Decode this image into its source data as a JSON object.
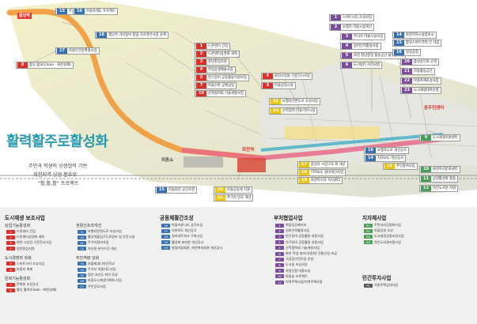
{
  "colors": {
    "num_blue": "#3a6fb0",
    "num_red": "#d9302c",
    "num_yellow": "#e9c41b",
    "num_purple": "#7b4e9b",
    "num_green": "#4f9b5a",
    "num_gray": "#555555"
  },
  "map": {
    "title_block": {
      "slogan": "활력활주로활성화",
      "line1": "주민과 학생의 상생협력 기반",
      "line2": "회천지역 상생 활주로",
      "line3": "\"활,활,활\" 프로젝트"
    },
    "place_labels": {
      "station1": "활당역",
      "station2": "화천역",
      "center": "동주민센터",
      "loc_e": "외혼소"
    },
    "callouts_left": [
      {
        "num": "15",
        "text": "주거지 마을지도사업",
        "c": "blue"
      },
      {
        "num": "16",
        "text": "마을유래도 프로젝트",
        "c": "blue"
      },
      {
        "num": "18",
        "text": "행당역 거리정비 창업 가로경관사업 설계",
        "c": "blue"
      },
      {
        "num": "17",
        "text": "마을안전망확충사업",
        "c": "blue"
      },
      {
        "num": "8",
        "text": "활당 활로(Clean - 화천실제)",
        "c": "red"
      }
    ],
    "callouts_mid": [
      {
        "num": "1",
        "text": "드론센터 건립",
        "c": "red"
      },
      {
        "num": "2",
        "text": "드론센터상권화 개최",
        "c": "red"
      },
      {
        "num": "3",
        "text": "청년창업지원",
        "c": "red"
      },
      {
        "num": "4",
        "text": "학업상생예술사업",
        "c": "red"
      },
      {
        "num": "5",
        "text": "연구장비 공동활용지원사업",
        "c": "red"
      },
      {
        "num": "7",
        "text": "마을간판 공예상업",
        "c": "red"
      },
      {
        "num": "10",
        "text": "산학협력회 기술개발사업",
        "c": "red"
      }
    ],
    "callouts_center": [
      {
        "num": "6",
        "text": "화천사업실 기증전시사업",
        "c": "red"
      },
      {
        "num": "9",
        "text": "마을상업시설",
        "c": "red"
      },
      {
        "num": "12",
        "text": "보행자전면도로 조성사업",
        "c": "yellow"
      },
      {
        "num": "13",
        "text": "산학협력 마을기반시설",
        "c": "yellow"
      }
    ],
    "callouts_right_top": [
      {
        "num": "1",
        "text": "스마트시티 조성사업",
        "c": "purple"
      },
      {
        "num": "2",
        "text": "보행자 마을시설개선",
        "c": "purple"
      },
      {
        "num": "3",
        "text": "주거지 마을시설사업",
        "c": "purple"
      },
      {
        "num": "4",
        "text": "실버인력활용사업",
        "c": "purple"
      },
      {
        "num": "5",
        "text": "화천 청년창업 활용공간 플랫폼사업",
        "c": "purple"
      },
      {
        "num": "6",
        "text": "도시빛이 거리사업",
        "c": "purple"
      }
    ],
    "callouts_far_right": [
      {
        "num": "14",
        "text": "화천역하시설정보시",
        "c": "blue"
      },
      {
        "num": "15",
        "text": "활당스마트역적 인 사업",
        "c": "blue"
      },
      {
        "num": "16",
        "text": "일일상점",
        "c": "blue"
      },
      {
        "num": "20",
        "text": "활성상인회 운영",
        "c": "purple"
      },
      {
        "num": "21",
        "text": "마을활동공간",
        "c": "purple"
      },
      {
        "num": "22",
        "text": "마을축제조성사업",
        "c": "purple"
      },
      {
        "num": "23",
        "text": "도시재생대학운영",
        "c": "purple"
      }
    ],
    "callouts_bottom": [
      {
        "num": "17",
        "text": "중앙로 시장구조 화 개선",
        "c": "yellow"
      },
      {
        "num": "18",
        "text": "지하보도 정비개선사업",
        "c": "yellow"
      },
      {
        "num": "19",
        "text": "화천복지과 복지센터",
        "c": "yellow"
      },
      {
        "num": "20",
        "text": "마을공동체 지원",
        "c": "yellow"
      },
      {
        "num": "21",
        "text": "주거지 인조 개선",
        "c": "yellow"
      },
      {
        "num": "16",
        "text": "보행자도로 개선공사",
        "c": "blue"
      },
      {
        "num": "14",
        "text": "지하보도 개선공사",
        "c": "blue"
      },
      {
        "num": "15",
        "text": "마을회관 공간조성",
        "c": "blue"
      },
      {
        "num": "11",
        "text": "주민참여사업",
        "c": "yellow"
      },
      {
        "num": "9",
        "text": "도시재생지원센터",
        "c": "green"
      },
      {
        "num": "10",
        "text": "화천복지문화센터",
        "c": "green"
      },
      {
        "num": "11",
        "text": "공원활성화 활용",
        "c": "green"
      },
      {
        "num": "12",
        "text": "작은도서관 지원",
        "c": "green"
      }
    ]
  },
  "legend": {
    "sections": [
      {
        "title": "도시재생 보조사업",
        "groups": [
          {
            "name": "상업기능활성화",
            "items": [
              {
                "num": "1",
                "c": "red",
                "text": "드론센터 건립"
              },
              {
                "num": "2",
                "c": "red",
                "text": "드론센터상권화 개최"
              },
              {
                "num": "3",
                "c": "red",
                "text": "화천 시상업 기증전시사업"
              },
              {
                "num": "4",
                "c": "red",
                "text": "청년창업지원"
              }
            ]
          },
          {
            "name": "도시경쟁력 회복",
            "items": [
              {
                "num": "5",
                "c": "red",
                "text": "스마트시티 조성사업"
              },
              {
                "num": "6",
                "c": "red",
                "text": "마을의 축제"
              }
            ]
          },
          {
            "name": "문화기능활성화",
            "items": [
              {
                "num": "7",
                "c": "red",
                "text": "문화창 조성공사"
              },
              {
                "num": "8",
                "c": "red",
                "text": "활당 활로(Clean - 화천실제)"
              }
            ]
          }
        ]
      },
      {
        "title": "",
        "groups": [
          {
            "name": "생활인프라개선",
            "items": [
              {
                "num": "9",
                "c": "blue",
                "text": "보행자전면도로 조성사업"
              },
              {
                "num": "10",
                "c": "blue",
                "text": "활당역출입구도로정비 및 안전시설"
              },
              {
                "num": "11",
                "c": "blue",
                "text": "주거지정비사업"
              },
              {
                "num": "12",
                "c": "blue",
                "text": "자유생 본이수진 개선"
              }
            ]
          },
          {
            "name": "주민역량 강화",
            "items": [
              {
                "num": "13",
                "c": "blue",
                "text": "마을재생디자인학교"
              },
              {
                "num": "14",
                "c": "blue",
                "text": "주거지 마을지도사업"
              },
              {
                "num": "15",
                "c": "blue",
                "text": "청년 자산도 취미 육성"
              },
              {
                "num": "16",
                "c": "blue",
                "text": "마을도시재생기록화 사업"
              },
              {
                "num": "17",
                "c": "blue",
                "text": "주민공모사업"
              }
            ]
          }
        ]
      },
      {
        "title": "공동체활간조성",
        "groups": [
          {
            "name": "",
            "items": [
              {
                "num": "16",
                "c": "blue",
                "text": "마을커뮤니티 공간조성"
              },
              {
                "num": "17",
                "c": "blue",
                "text": "지하보도 개선공사"
              },
              {
                "num": "18",
                "c": "blue",
                "text": "정보네트워크 구축사업"
              },
              {
                "num": "19",
                "c": "blue",
                "text": "활성화 표지판 개선공사"
              },
              {
                "num": "20",
                "c": "blue",
                "text": "발달마을회관, 화천복지회관 개선공사"
              }
            ]
          }
        ]
      },
      {
        "title": "부처협업사업",
        "groups": [
          {
            "name": "",
            "items": [
              {
                "num": "1",
                "c": "purple",
                "text": "취업성공패키지"
              },
              {
                "num": "2",
                "c": "purple",
                "text": "실버인력활용사업"
              },
              {
                "num": "3",
                "c": "purple",
                "text": "연구장비 공동활용 지원사업"
              },
              {
                "num": "4",
                "c": "purple",
                "text": "연구장비 공동활용 지원사업"
              },
              {
                "num": "5",
                "c": "purple",
                "text": "산학협력회 기술개발사업"
              },
              {
                "num": "6",
                "c": "purple",
                "text": "화천 학업 제조(자동화) 전통산업 보급"
              },
              {
                "num": "7",
                "c": "purple",
                "text": "국공립어린이집 운영"
              },
              {
                "num": "8",
                "c": "purple",
                "text": "도시숲 조성사업"
              },
              {
                "num": "9",
                "c": "purple",
                "text": "자원순환 마을조성"
              },
              {
                "num": "10",
                "c": "purple",
                "text": "마을숲 프로젝트"
              },
              {
                "num": "11",
                "c": "purple",
                "text": "지역주택사업/지역주택조합"
              }
            ]
          }
        ]
      },
      {
        "title": "지자체사업",
        "groups": [
          {
            "name": "",
            "items": [
              {
                "num": "R1",
                "c": "green",
                "text": "주민지리공원화사업"
              },
              {
                "num": "R2",
                "c": "green",
                "text": "마을공원 조성"
              },
              {
                "num": "R3",
                "c": "green",
                "text": "도시재생공원조성사업"
              },
              {
                "num": "R4",
                "c": "green",
                "text": "작은도서관지원사업"
              }
            ]
          }
        ]
      },
      {
        "title": "민간투자사업",
        "groups": [
          {
            "name": "",
            "items": [
              {
                "num": "P1",
                "c": "gray",
                "text": "지원주택임대사업"
              }
            ]
          }
        ]
      }
    ]
  }
}
